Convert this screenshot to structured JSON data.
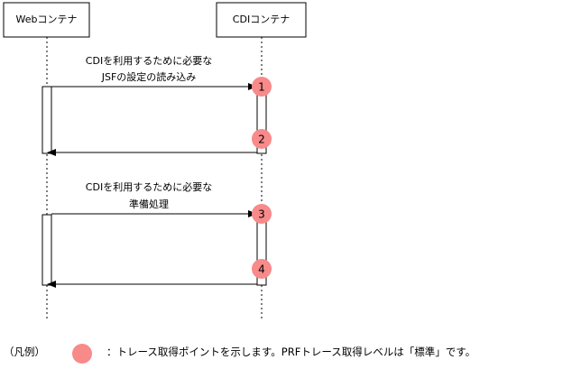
{
  "participants": {
    "web": "Webコンテナ",
    "cdi": "CDIコンテナ"
  },
  "messages": [
    {
      "line1": "CDIを利用するために必要な",
      "line2": "JSFの設定の読み込み"
    },
    {
      "line1": "CDIを利用するために必要な",
      "line2": "準備処理"
    }
  ],
  "points": [
    "1",
    "2",
    "3",
    "4"
  ],
  "legend": {
    "label": "（凡例）",
    "description": "：トレース取得ポイントを示します。PRFトレース取得レベルは「標準」です。"
  },
  "colors": {
    "point_fill": "#f88a8a",
    "line": "#000000"
  }
}
